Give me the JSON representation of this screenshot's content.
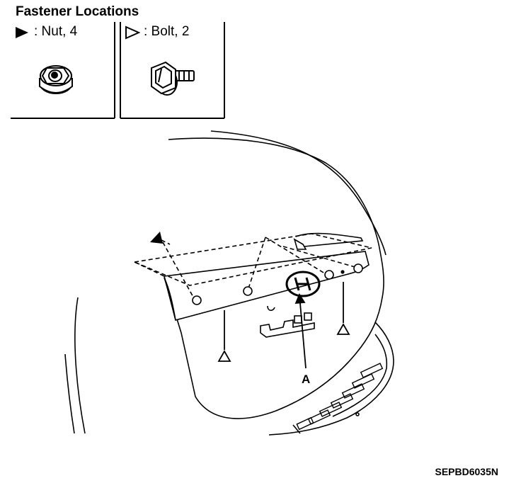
{
  "title": "Fastener Locations",
  "legend": {
    "nut": {
      "icon": "filled-triangle-icon",
      "text": ": Nut, 4"
    },
    "bolt": {
      "icon": "hollow-triangle-icon",
      "text": ": Bolt, 2"
    }
  },
  "callout_label": "A",
  "drawing_code": "SEPBD6035N"
}
